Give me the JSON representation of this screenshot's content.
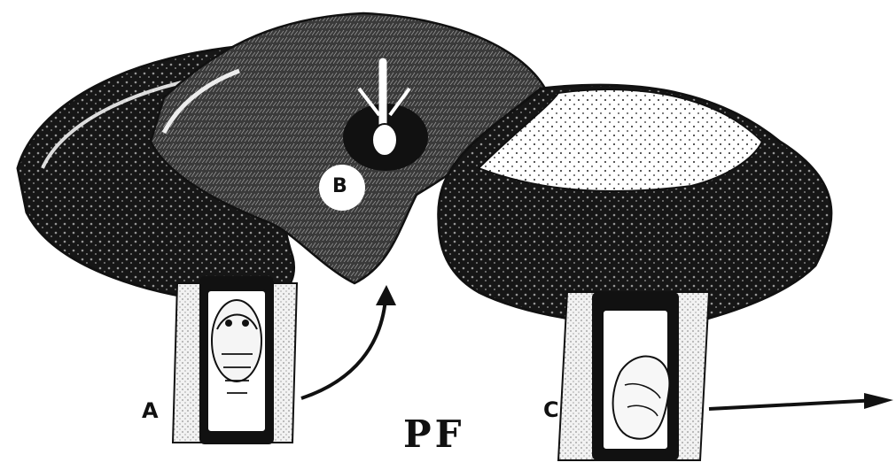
{
  "figure": {
    "labels": {
      "a": "A",
      "b": "B",
      "c": "C",
      "caption": "PF"
    },
    "parts": [
      "cocoon-a-with-pupa",
      "gall-b-with-emerging-adult",
      "cocoon-c-with-larva"
    ],
    "colors": {
      "ink": "#111111",
      "paper": "#ffffff"
    }
  }
}
